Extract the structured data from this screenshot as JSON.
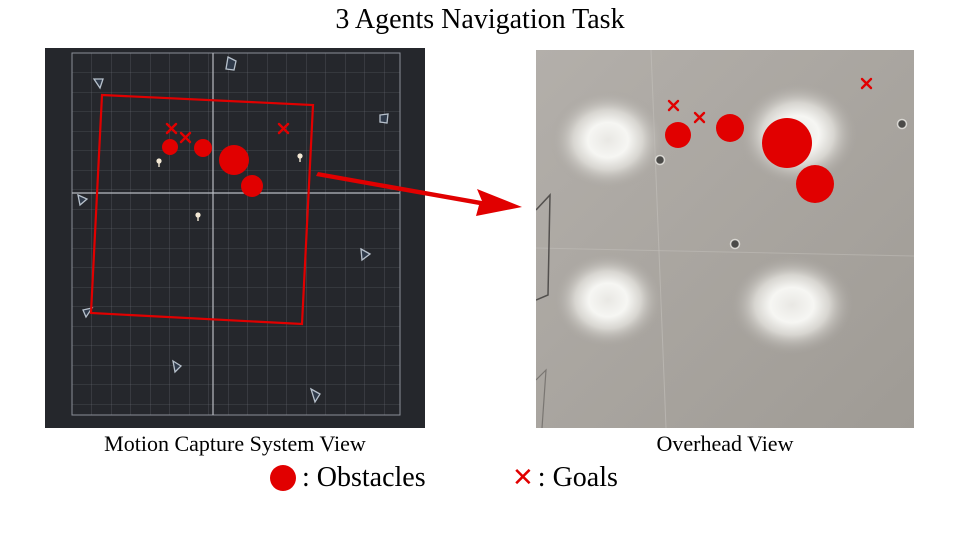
{
  "title": "3 Agents Navigation Task",
  "panels": {
    "left_caption": "Motion Capture System View",
    "right_caption": "Overhead View"
  },
  "legend": {
    "obstacles_label": ": Obstacles",
    "goals_label": ": Goals",
    "marker_color": "#e10000"
  }
}
